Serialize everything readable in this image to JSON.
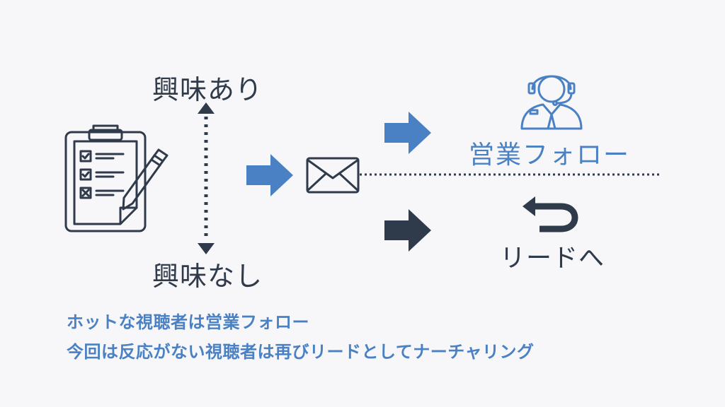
{
  "axis": {
    "top_label": "興味あり",
    "bottom_label": "興味なし"
  },
  "outcomes": {
    "sales_follow_label": "営業フォロー",
    "return_to_lead_label": "リードへ"
  },
  "captions": {
    "line1": "ホットな視聴者は営業フォロー",
    "line2": "今回は反応がない視聴者は再びリードとしてナーチャリング"
  },
  "colors": {
    "accent_blue": "#4a81c4",
    "dark_navy": "#2f3a4a",
    "background": "#f7f7f9"
  },
  "icons": [
    "clipboard-checklist-icon",
    "email-envelope-icon",
    "sales-operator-headset-icon",
    "return-arrow-icon"
  ]
}
